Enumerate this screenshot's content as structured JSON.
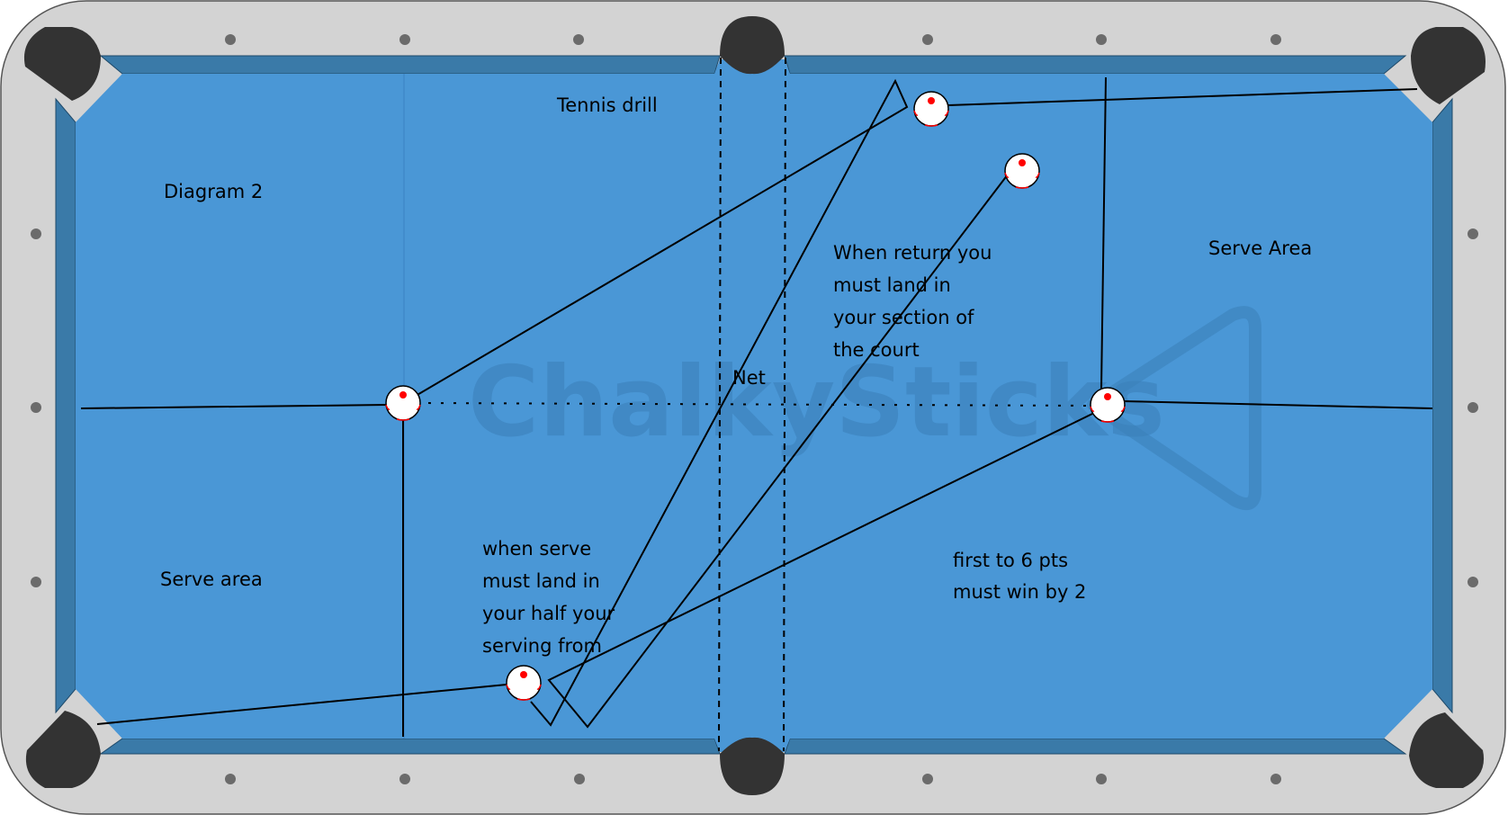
{
  "diagram": {
    "title": "Tennis drill",
    "diagram_label": "Diagram 2",
    "net_label": "Net",
    "watermark": "ChalkySticks",
    "zones": {
      "left_serve": "Serve area",
      "right_serve": "Serve Area"
    },
    "notes": {
      "serve_rule": [
        "when serve",
        "must land in",
        "your half your",
        "serving from"
      ],
      "return_rule": [
        "When return you",
        "must land in",
        "your section of",
        "the court"
      ],
      "scoring": [
        "first to 6 pts",
        "must win by 2"
      ]
    }
  },
  "colors": {
    "frame": "#d3d3d3",
    "cloth": "#4a97d6",
    "cushion": "#3a7aa8",
    "pocket": "#333333",
    "diamond": "#6b6b6b",
    "ball_fill": "#ffffff",
    "ball_dot": "#ff0000",
    "line": "#000000"
  },
  "balls": [
    {
      "id": "left-center"
    },
    {
      "id": "right-center"
    },
    {
      "id": "top-near-net"
    },
    {
      "id": "upper-right"
    },
    {
      "id": "bottom-left"
    }
  ]
}
